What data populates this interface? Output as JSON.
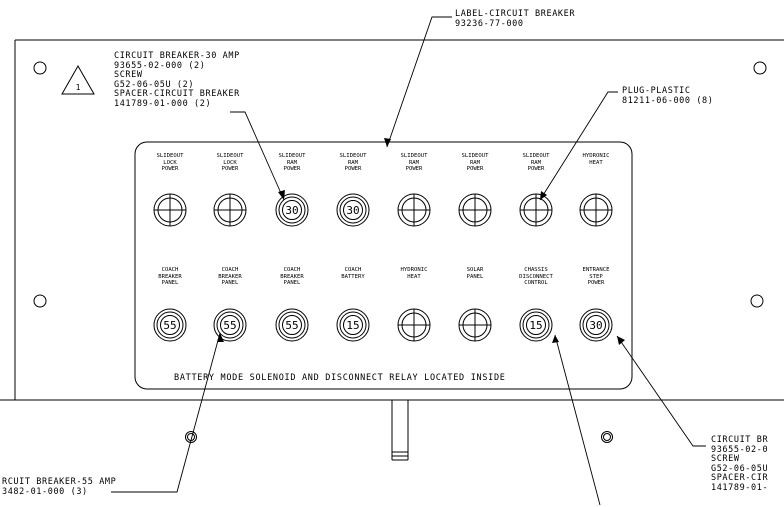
{
  "notes": {
    "label_circuit_breaker": [
      "LABEL-CIRCUIT BREAKER",
      "93236-77-000"
    ],
    "breaker_30_callout": {
      "flag": "1",
      "lines": [
        "CIRCUIT BREAKER-30 AMP",
        "93655-02-000 (2)",
        "SCREW",
        "G52-06-05U (2)",
        "SPACER-CIRCUIT BREAKER",
        "141789-01-000 (2)"
      ]
    },
    "plug_plastic": [
      "PLUG-PLASTIC",
      "81211-06-000 (8)"
    ],
    "breaker_55_callout": [
      "RCUIT BREAKER-55 AMP",
      "3482-01-000 (3)"
    ],
    "breaker_right_callout": [
      "CIRCUIT BR",
      "93655-02-0",
      "SCREW",
      "G52-06-05U",
      "SPACER-CIR",
      "141789-01-"
    ]
  },
  "panel": {
    "top_row": [
      {
        "label": [
          "SLIDEOUT",
          "LOCK",
          "POWER"
        ],
        "rating": ""
      },
      {
        "label": [
          "SLIDEOUT",
          "LOCK",
          "POWER"
        ],
        "rating": ""
      },
      {
        "label": [
          "SLIDEOUT",
          "RAM",
          "POWER"
        ],
        "rating": "30"
      },
      {
        "label": [
          "SLIDEOUT",
          "RAM",
          "POWER"
        ],
        "rating": "30"
      },
      {
        "label": [
          "SLIDEOUT",
          "RAM",
          "POWER"
        ],
        "rating": ""
      },
      {
        "label": [
          "SLIDEOUT",
          "RAM",
          "POWER"
        ],
        "rating": ""
      },
      {
        "label": [
          "SLIDEOUT",
          "RAM",
          "POWER"
        ],
        "rating": ""
      },
      {
        "label": [
          "HYDRONIC",
          "HEAT"
        ],
        "rating": ""
      }
    ],
    "bottom_row": [
      {
        "label": [
          "COACH",
          "BREAKER",
          "PANEL"
        ],
        "rating": "55"
      },
      {
        "label": [
          "COACH",
          "BREAKER",
          "PANEL"
        ],
        "rating": "55"
      },
      {
        "label": [
          "COACH",
          "BREAKER",
          "PANEL"
        ],
        "rating": "55"
      },
      {
        "label": [
          "COACH",
          "BATTERY"
        ],
        "rating": "15"
      },
      {
        "label": [
          "HYDRONIC",
          "HEAT"
        ],
        "rating": ""
      },
      {
        "label": [
          "SOLAR",
          "PANEL"
        ],
        "rating": ""
      },
      {
        "label": [
          "CHASSIS",
          "DISCONNECT",
          "CONTROL"
        ],
        "rating": "15"
      },
      {
        "label": [
          "ENTRANCE",
          "STEP",
          "POWER"
        ],
        "rating": "30"
      }
    ],
    "footer": "BATTERY MODE SOLENOID AND DISCONNECT RELAY LOCATED INSIDE"
  }
}
